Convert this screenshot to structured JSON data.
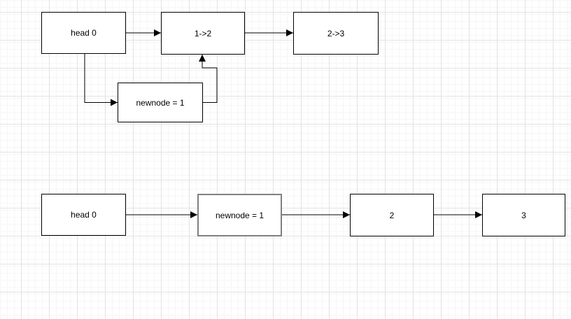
{
  "canvas": {
    "background": "#ffffff",
    "grid_minor_color": "#f6f6f6",
    "grid_major_color": "#e2e2e2",
    "shape_stroke_color": "#000000",
    "highlight_stroke_color": "#808080"
  },
  "step1": {
    "head": "head 0",
    "node12": "1->2",
    "node23": "2->3",
    "newnode": "newnode = 1"
  },
  "step2": {
    "head": "head 0",
    "newnode": "newnode = 1",
    "node2": "2",
    "node3": "3"
  }
}
